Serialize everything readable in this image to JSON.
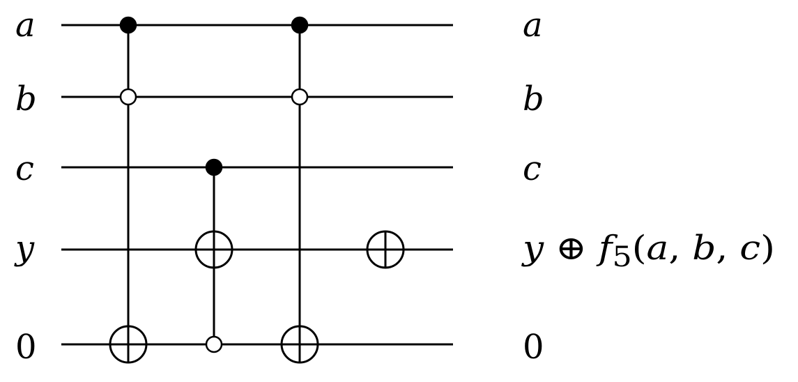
{
  "inputs": [
    {
      "text": "a",
      "italic": true
    },
    {
      "text": "b",
      "italic": true
    },
    {
      "text": "c",
      "italic": true
    },
    {
      "text": "y",
      "italic": true
    },
    {
      "text": "0",
      "italic": false
    }
  ],
  "outputs": {
    "a": "a",
    "b": "b",
    "c": "c",
    "y_output": {
      "y": "y",
      "oplus": "⊕",
      "f": "f",
      "sub": "5",
      "open": "(",
      "arg1": "a",
      "comma1": ",",
      "arg2": "b",
      "comma2": ",",
      "arg3": "c",
      "close": ")"
    },
    "zero": "0"
  },
  "gates": [
    {
      "type": "controlled-not",
      "controls": [
        {
          "wire": "a",
          "state": 1
        },
        {
          "wire": "b",
          "state": 0
        }
      ],
      "target": "0"
    },
    {
      "type": "controlled-not",
      "controls": [
        {
          "wire": "c",
          "state": 1
        },
        {
          "wire": "0",
          "state": 0
        }
      ],
      "target": "y"
    },
    {
      "type": "controlled-not",
      "controls": [
        {
          "wire": "a",
          "state": 1
        },
        {
          "wire": "b",
          "state": 0
        }
      ],
      "target": "0"
    },
    {
      "type": "not",
      "controls": [],
      "target": "y"
    }
  ]
}
